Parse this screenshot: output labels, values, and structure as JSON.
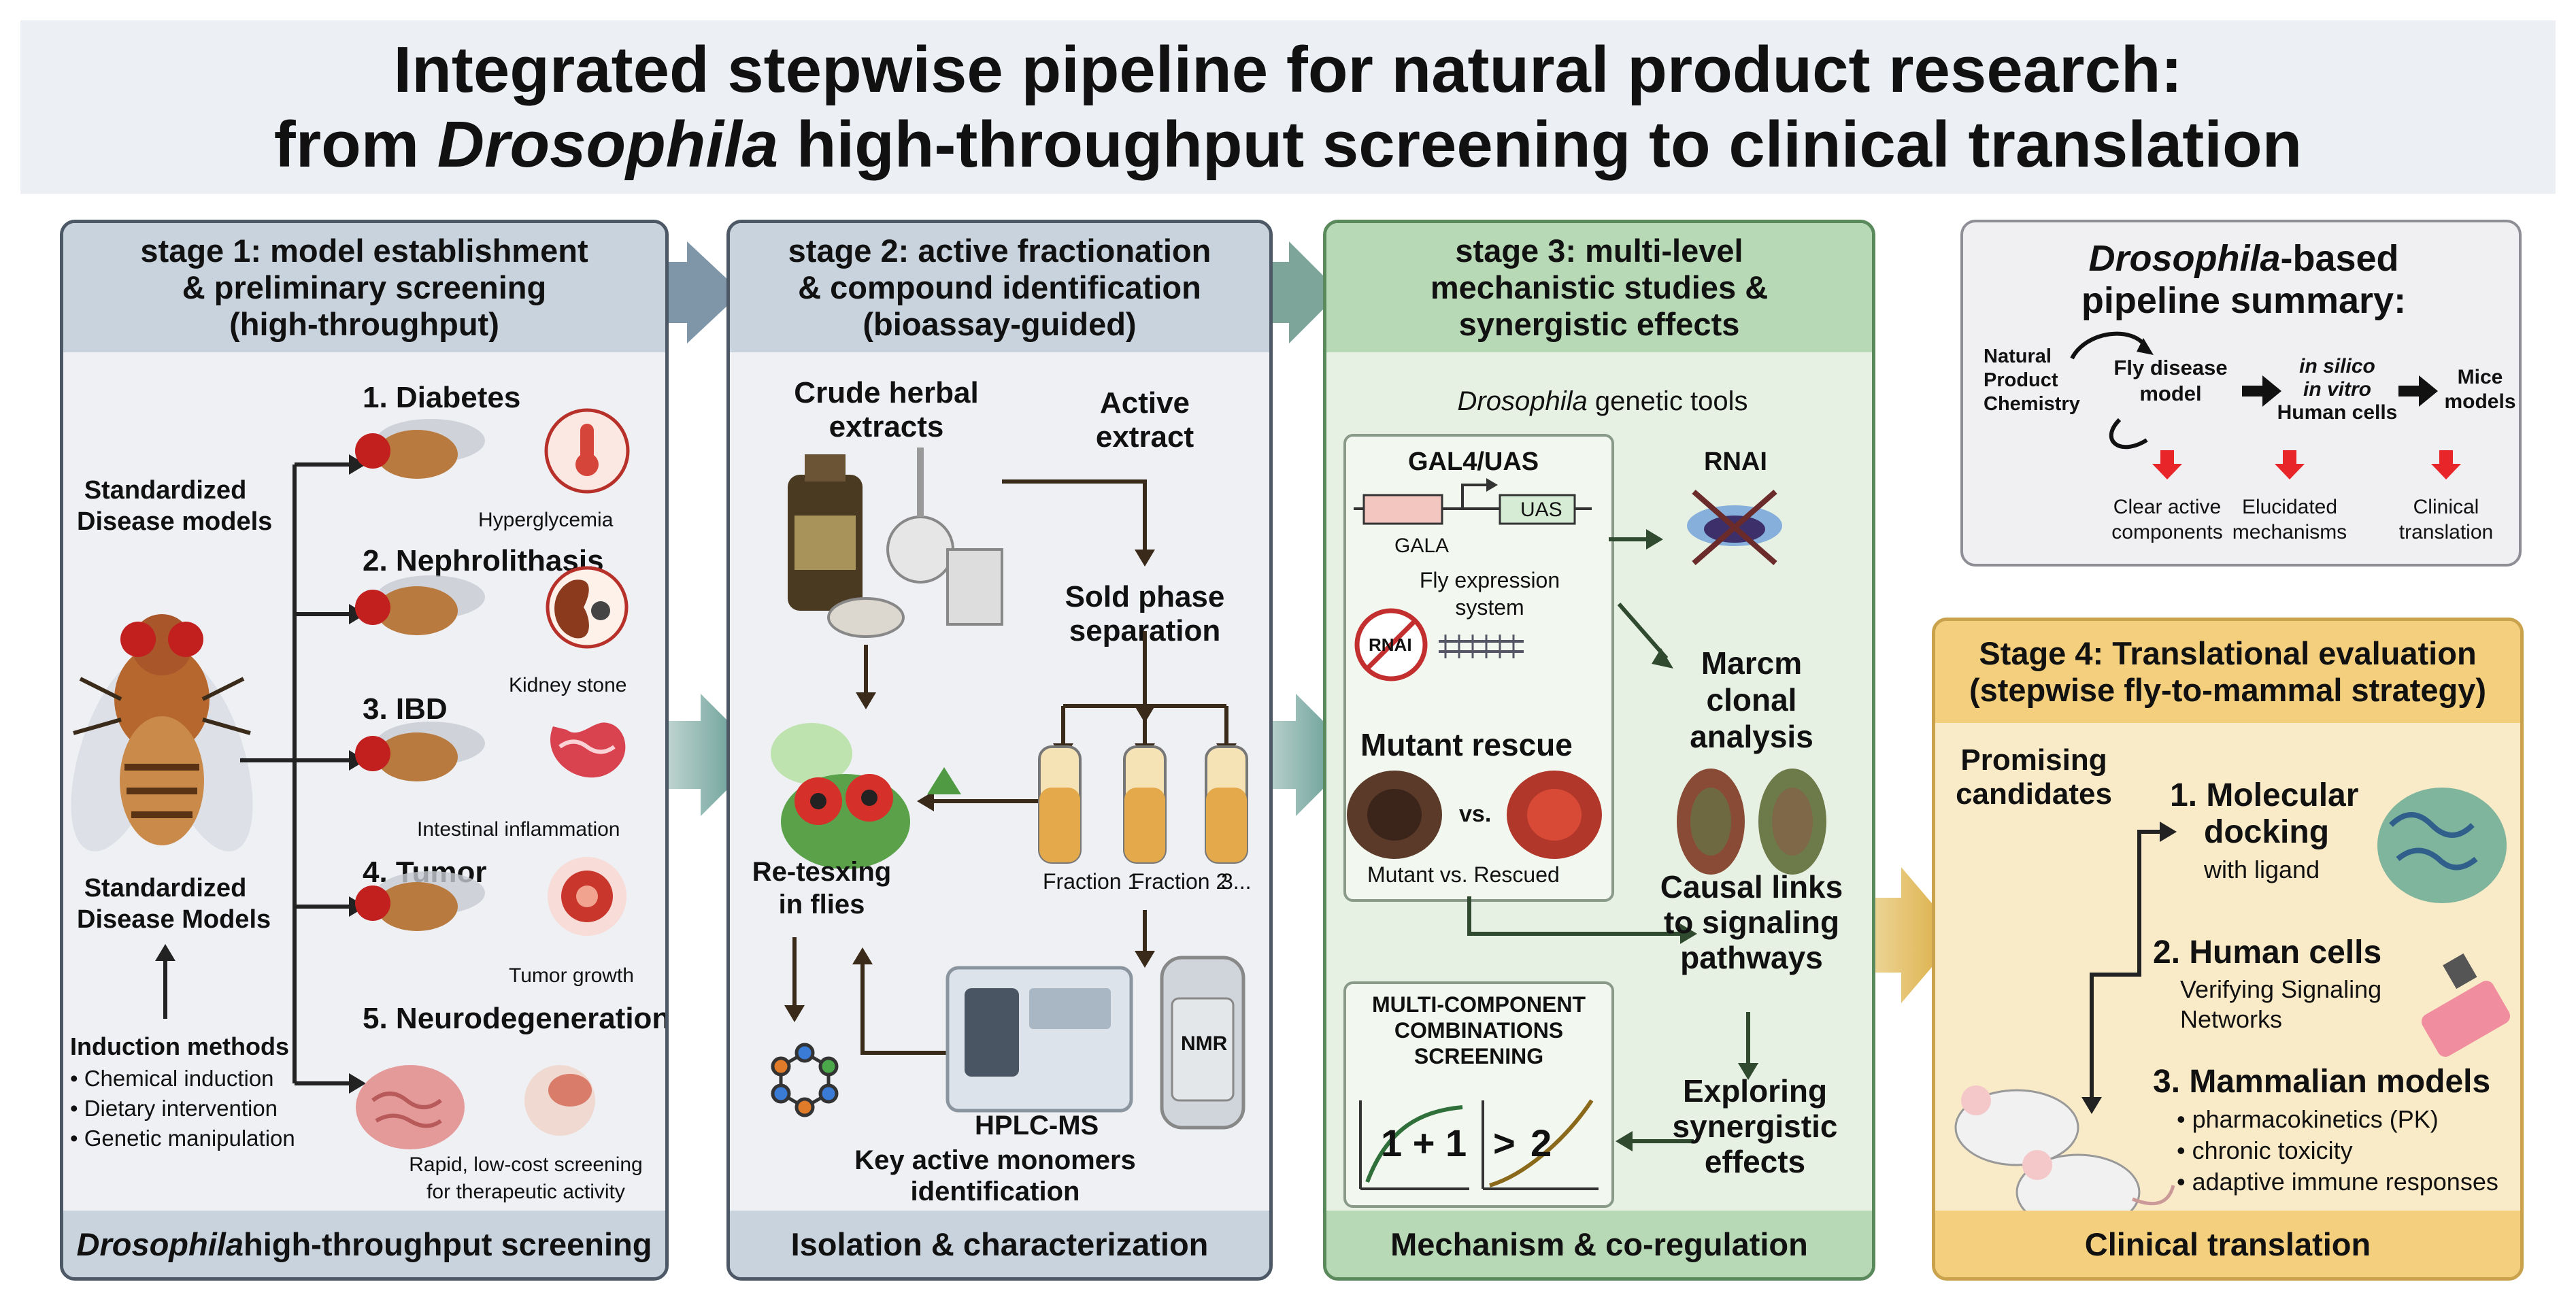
{
  "title": {
    "line1": "Integrated stepwise pipeline for natural product research:",
    "line2_prefix": "from ",
    "line2_italic": "Drosophila",
    "line2_suffix": " high-throughput screening to clinical translation"
  },
  "stage1": {
    "header": [
      "stage 1: model establishment",
      "& preliminary screening",
      "(high-throughput)"
    ],
    "left_label_top": [
      "Standardized",
      "Disease models"
    ],
    "left_label_bottom": [
      "Standardized",
      "Disease Models"
    ],
    "induction_title": "Induction methods",
    "induction_items": [
      "• Chemical induction",
      "• Dietary intervention",
      "• Genetic manipulation"
    ],
    "diseases": [
      {
        "title": "1. Diabetes",
        "sub": "Hyperglycemia",
        "icon": "thermometer-icon"
      },
      {
        "title": "2. Nephrolithasis",
        "sub": "Kidney stone",
        "icon": "kidney-icon"
      },
      {
        "title": "3. IBD",
        "sub": "Intestinal inflammation",
        "icon": "intestine-icon"
      },
      {
        "title": "4. Tumor",
        "sub": "Tumor growth",
        "icon": "tumor-icon"
      },
      {
        "title": "5. Neurodegeneration",
        "sub": "",
        "icon": "brain-icon"
      }
    ],
    "neuro_caption": [
      "Rapid, low-cost screening",
      "for therapeutic activity"
    ],
    "footer_italic": "Drosophila",
    "footer_rest": " high-throughput screening"
  },
  "stage2": {
    "header": [
      "stage 2: active fractionation",
      "& compound identification",
      "(bioassay-guided)"
    ],
    "crude": [
      "Crude herbal",
      "extracts"
    ],
    "active": [
      "Active",
      "extract"
    ],
    "sold": [
      "Sold phase",
      "separation"
    ],
    "fractions": [
      "Fraction 1",
      "Fraction 2",
      "3..."
    ],
    "retest": [
      "Re-tesxing",
      "in flies"
    ],
    "hplc": "HPLC-MS",
    "nmr": "NMR",
    "monomers": [
      "Key active monomers",
      "identification"
    ],
    "footer": "Isolation & characterization"
  },
  "stage3": {
    "header": [
      "stage 3: multi-level",
      "mechanistic studies &",
      "synergistic effects"
    ],
    "tools_italic": "Drosophila",
    "tools_rest": " genetic tools",
    "gal4": "GAL4/UAS",
    "gala": "GALA",
    "uas": "UAS",
    "fly_expr": [
      "Fly expression",
      "system"
    ],
    "rnai": "RNAI",
    "rnai_badge": "RNAI",
    "marcm": [
      "Marcm",
      "clonal",
      "analysis"
    ],
    "mutant_rescue": "Mutant rescue",
    "vs": "vs.",
    "mutant_vs": "Mutant vs. Rescued",
    "causal": [
      "Causal links",
      "to signaling",
      "pathways"
    ],
    "multi": [
      "MULTI-COMPONENT",
      "COMBINATIONS",
      "SCREENING"
    ],
    "eq_left": "1 + 1",
    "eq_gt": ">",
    "eq_right": "2",
    "exploring": [
      "Exploring",
      "synergistic",
      "effects"
    ],
    "footer": "Mechanism & co-regulation"
  },
  "summary": {
    "title_italic": "Drosophila",
    "title_rest": "-based",
    "title_line2": "pipeline summary:",
    "natural": [
      "Natural",
      "Product",
      "Chemistry"
    ],
    "fly_model": [
      "Fly disease",
      "model"
    ],
    "insilico": "in silico",
    "invitro": "in vitro",
    "human_cells": "Human cells",
    "mice": [
      "Mice",
      "models"
    ],
    "outcomes": [
      [
        "Clear active",
        "components"
      ],
      [
        "Elucidated",
        "mechanisms"
      ],
      [
        "Clinical",
        "translation"
      ]
    ]
  },
  "stage4": {
    "header": [
      "Stage 4: Translational evaluation",
      "(stepwise fly-to-mammal strategy)"
    ],
    "promising": [
      "Promising",
      "candidates"
    ],
    "docking_title": [
      "1. Molecular",
      "docking"
    ],
    "docking_sub": "with ligand",
    "human_title": "2. Human cells",
    "human_sub": [
      "Verifying Signaling",
      "Networks"
    ],
    "mammal_title": "3. Mammalian models",
    "mammal_items": [
      "• pharmacokinetics (PK)",
      "• chronic toxicity",
      "• adaptive immune responses"
    ],
    "footer": "Clinical translation"
  },
  "colors": {
    "stage1_header": "#c9d3dd",
    "stage3_header": "#b8d9b5",
    "stage4_header": "#f3cf7e",
    "arrow_green": "#4f8f86",
    "arrow_gold": "#d9a93a",
    "down_arrow_red": "#e8262a"
  }
}
